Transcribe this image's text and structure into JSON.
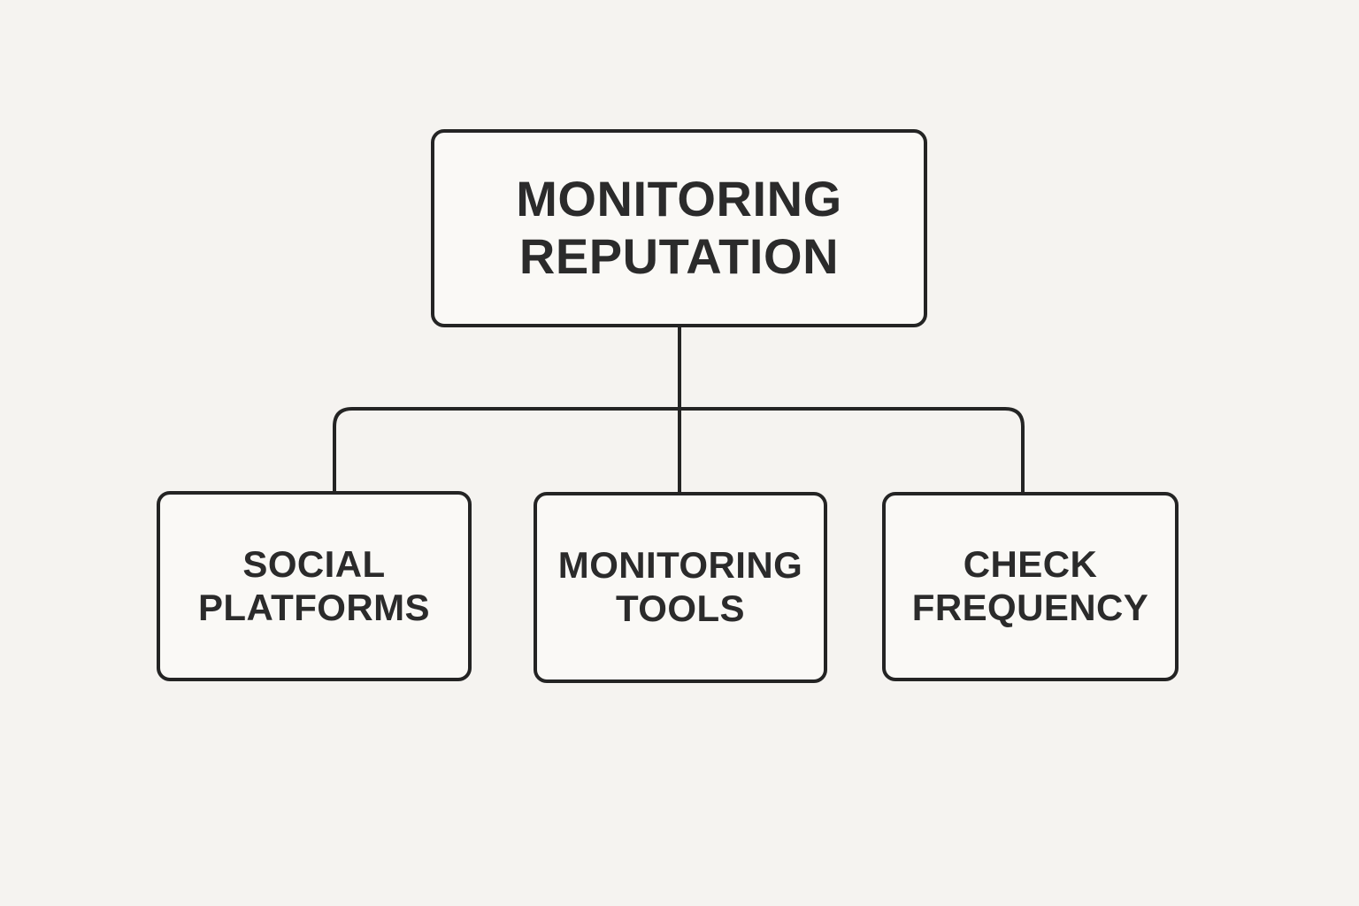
{
  "diagram": {
    "title": "Monitoring Reputation flowchart",
    "root": {
      "id": "monitoring-reputation",
      "label": "MONITORING REPUTATION"
    },
    "children": [
      {
        "id": "social-platforms",
        "label": "SOCIAL PLATFORMS"
      },
      {
        "id": "monitoring-tools",
        "label": "MONITORING TOOLS"
      },
      {
        "id": "check-frequency",
        "label": "CHECK FREQUENCY"
      }
    ],
    "edges": [
      {
        "from": "monitoring-reputation",
        "to": "social-platforms"
      },
      {
        "from": "monitoring-reputation",
        "to": "monitoring-tools"
      },
      {
        "from": "monitoring-reputation",
        "to": "check-frequency"
      }
    ],
    "colors": {
      "background": "#f5f3f0",
      "box_fill": "#faf9f6",
      "line": "#242424",
      "text": "#2b2b2b"
    }
  }
}
